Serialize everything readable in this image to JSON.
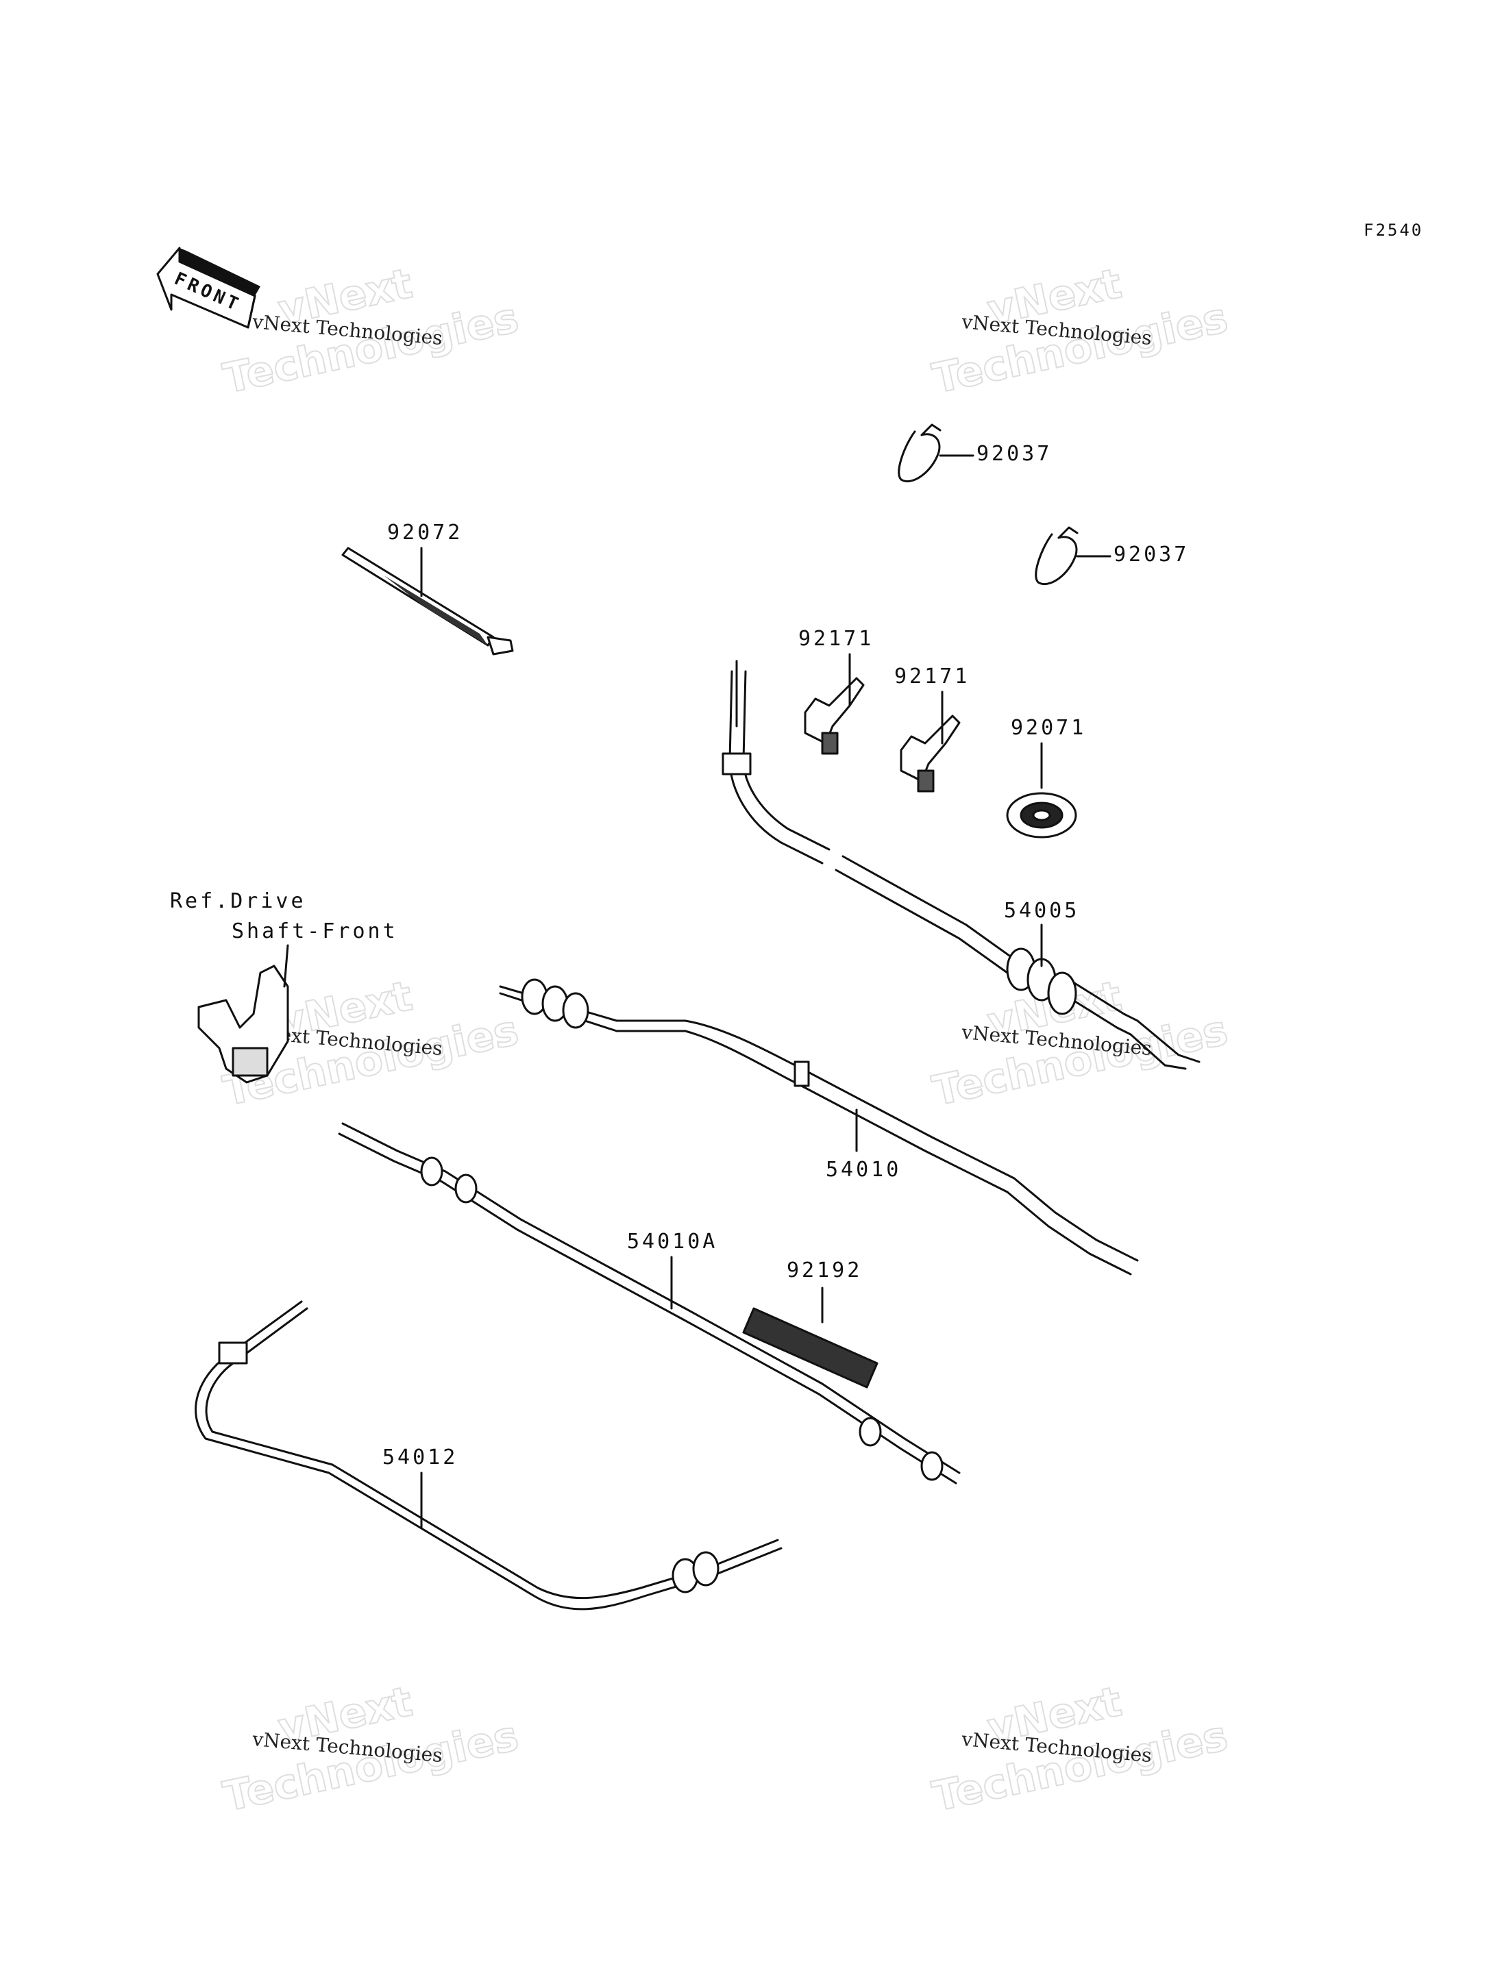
{
  "diagram": {
    "code": "F2540",
    "front_label": "FRONT",
    "parts": {
      "p92037_a": "92037",
      "p92037_b": "92037",
      "p92072": "92072",
      "p92171_a": "92171",
      "p92171_b": "92171",
      "p92071": "92071",
      "p54005": "54005",
      "p54010": "54010",
      "p54010A": "54010A",
      "p92192": "92192",
      "p54012": "54012"
    },
    "reference": {
      "line1": "Ref.Drive",
      "line2": "Shaft-Front"
    }
  },
  "watermark": {
    "small": "vNext Technologies",
    "big_line1": "vNext",
    "big_line2": "Technologies"
  }
}
